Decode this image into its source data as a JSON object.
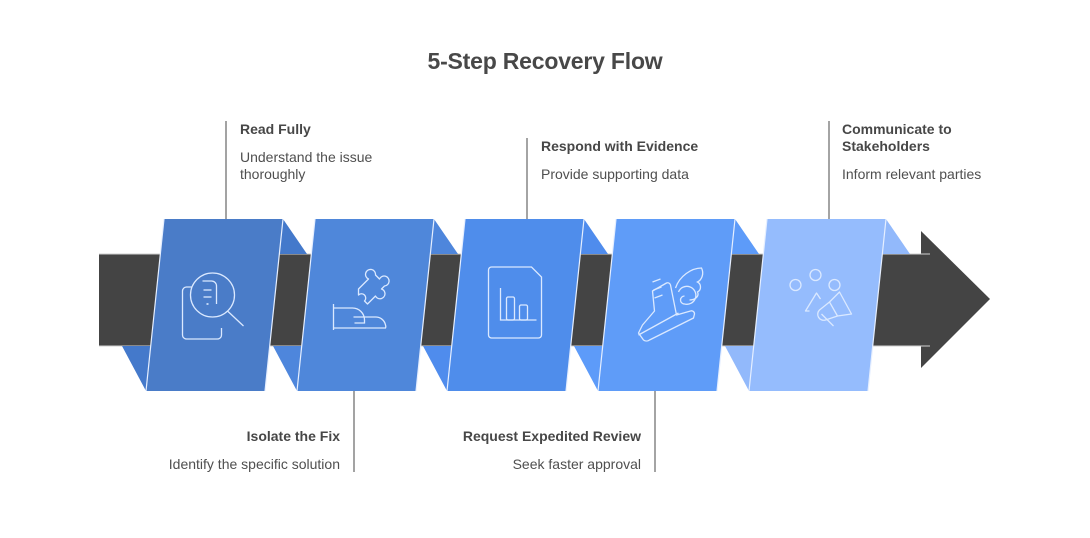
{
  "title": "5-Step Recovery Flow",
  "colors": {
    "arrow_body": "#444444",
    "icon_stroke": "#dbe9ff",
    "leader_line": "#666666",
    "steps": [
      "#4a7cc8",
      "#4f87da",
      "#4f8deb",
      "#5f9cf8",
      "#95bcfd"
    ],
    "steps_side": [
      "#4479cb",
      "#4e86dc",
      "#4f8ced",
      "#5d9bf9",
      "#92b9fb"
    ]
  },
  "steps": [
    {
      "title": "Read Fully",
      "description": "Understand the issue thoroughly",
      "description_lines": [
        "Understand the issue",
        "thoroughly"
      ],
      "title_lines": [
        "Read Fully"
      ],
      "position": "top",
      "icon": "document-search-icon"
    },
    {
      "title": "Isolate the Fix",
      "description": "Identify the specific solution",
      "description_lines": [
        "Identify the specific solution"
      ],
      "title_lines": [
        "Isolate the Fix"
      ],
      "position": "bottom",
      "icon": "hand-puzzle-icon"
    },
    {
      "title": "Respond with Evidence",
      "description": "Provide supporting data",
      "description_lines": [
        "Provide supporting data"
      ],
      "title_lines": [
        "Respond with Evidence"
      ],
      "position": "top",
      "icon": "bar-chart-document-icon"
    },
    {
      "title": "Request Expedited Review",
      "description": "Seek faster approval",
      "description_lines": [
        "Seek faster approval"
      ],
      "title_lines": [
        "Request Expedited Review"
      ],
      "position": "bottom",
      "icon": "winged-shoe-icon"
    },
    {
      "title": "Communicate to Stakeholders",
      "description": "Inform relevant parties",
      "description_lines": [
        "Inform relevant parties"
      ],
      "title_lines": [
        "Communicate to",
        "Stakeholders"
      ],
      "position": "top",
      "icon": "megaphone-people-icon"
    }
  ]
}
